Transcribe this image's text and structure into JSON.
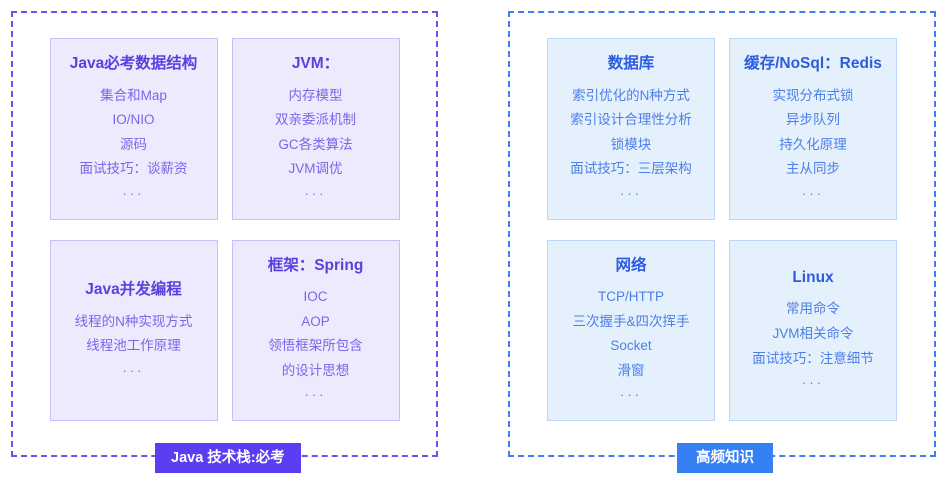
{
  "panels": [
    {
      "id": "java-stack",
      "accent": "#6c4ff7",
      "badge": "Java 技术栈:必考",
      "badge_color": "#5b3df2",
      "cards": [
        {
          "title": "Java必考数据结构",
          "lines": [
            "集合和Map",
            "IO/NIO",
            "源码",
            "面试技巧：谈薪资",
            "···"
          ]
        },
        {
          "title": "JVM：",
          "lines": [
            "内存模型",
            "双亲委派机制",
            "GC各类算法",
            "JVM调优",
            "···"
          ]
        },
        {
          "title": "Java并发编程",
          "lines": [
            "线程的N种实现方式",
            "线程池工作原理",
            "···"
          ]
        },
        {
          "title": "框架：Spring",
          "lines": [
            "IOC",
            "AOP",
            "领悟框架所包含",
            "的设计思想",
            "···"
          ]
        }
      ]
    },
    {
      "id": "high-frequency",
      "accent": "#3d7df6",
      "badge": "高频知识",
      "badge_color": "#3580f4",
      "cards": [
        {
          "title": "数据库",
          "lines": [
            "索引优化的N种方式",
            "索引设计合理性分析",
            "锁模块",
            "面试技巧：三层架构",
            "···"
          ]
        },
        {
          "title": "缓存/NoSql：Redis",
          "lines": [
            "实现分布式锁",
            "异步队列",
            "持久化原理",
            "主从同步",
            "···"
          ]
        },
        {
          "title": "网络",
          "lines": [
            "TCP/HTTP",
            "三次握手&四次挥手",
            "Socket",
            "滑窗",
            "···"
          ]
        },
        {
          "title": "Linux",
          "lines": [
            "常用命令",
            "JVM相关命令",
            "面试技巧：注意细节",
            "···"
          ]
        }
      ]
    }
  ]
}
